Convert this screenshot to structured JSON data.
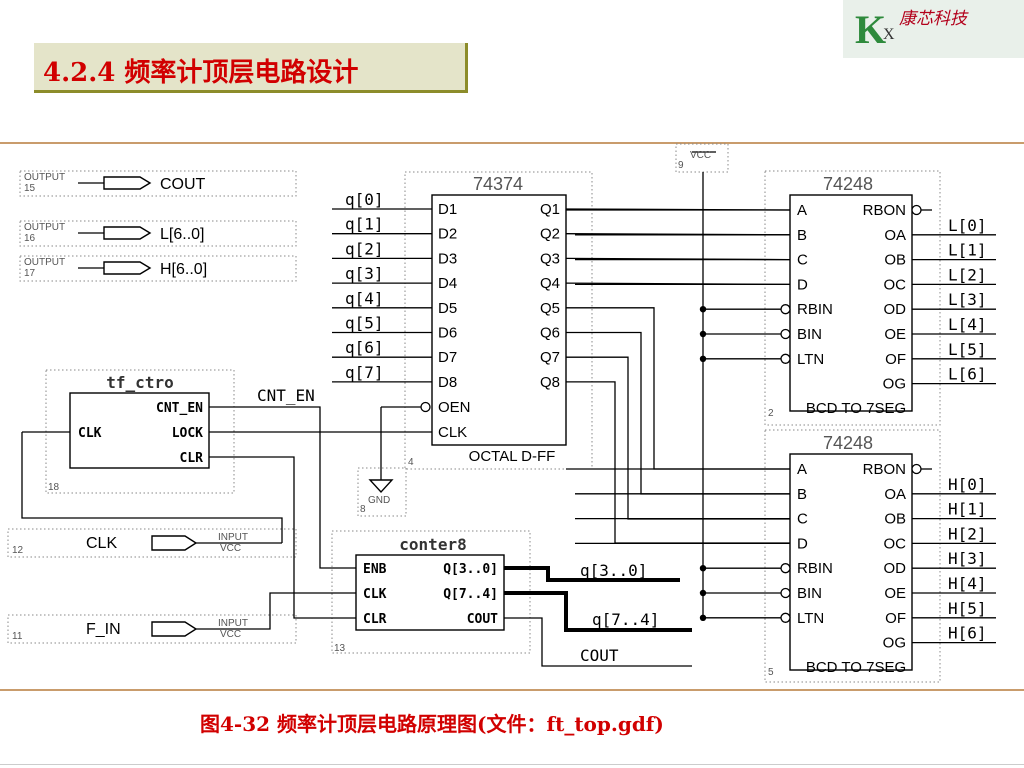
{
  "logo": {
    "letter": "K",
    "sub": "X",
    "company": "康芯科技"
  },
  "title": "4.2.4  频率计顶层电路设计",
  "caption": "图4-32  频率计顶层电路原理图(文件：ft_top.gdf)",
  "outputs": [
    {
      "kind": "OUTPUT",
      "num": "15",
      "name": "COUT"
    },
    {
      "kind": "OUTPUT",
      "num": "16",
      "name": "L[6..0]"
    },
    {
      "kind": "OUTPUT",
      "num": "17",
      "name": "H[6..0]"
    }
  ],
  "inputs": [
    {
      "kind": "INPUT",
      "vcc": "VCC",
      "num": "12",
      "name": "CLK"
    },
    {
      "kind": "INPUT",
      "vcc": "VCC",
      "num": "11",
      "name": "F_IN"
    }
  ],
  "vcc": {
    "label": "VCC",
    "num": "9"
  },
  "gnd": {
    "label": "GND",
    "num": "8"
  },
  "dff": {
    "part": "74374",
    "desc": "OCTAL D-FF",
    "num": "4",
    "d_pins": [
      "D1",
      "D2",
      "D3",
      "D4",
      "D5",
      "D6",
      "D7",
      "D8"
    ],
    "q_pins": [
      "Q1",
      "Q2",
      "Q3",
      "Q4",
      "Q5",
      "Q6",
      "Q7",
      "Q8"
    ],
    "oen": "OEN",
    "clk": "CLK",
    "in_signals": [
      "q[0]",
      "q[1]",
      "q[2]",
      "q[3]",
      "q[4]",
      "q[5]",
      "q[6]",
      "q[7]"
    ]
  },
  "ctrl": {
    "name": "tf_ctro",
    "num": "18",
    "pins": [
      "CNT_EN",
      "CLK",
      "LOCK",
      "CLR"
    ]
  },
  "cnt_en_label": "CNT_EN",
  "counter": {
    "name": "conter8",
    "num": "13",
    "pins": [
      "ENB",
      "CLK",
      "CLR",
      "Q[3..0]",
      "Q[7..4]",
      "COUT"
    ]
  },
  "counter_out": {
    "low": "q[3..0]",
    "high": "q[7..4]",
    "cout": "COUT"
  },
  "decoders": [
    {
      "part": "74248",
      "desc": "BCD TO 7SEG",
      "num": "2",
      "left": [
        "A",
        "B",
        "C",
        "D",
        "RBIN",
        "BIN",
        "LTN"
      ],
      "right": [
        "RBON",
        "OA",
        "OB",
        "OC",
        "OD",
        "OE",
        "OF",
        "OG"
      ],
      "outs": [
        "L[0]",
        "L[1]",
        "L[2]",
        "L[3]",
        "L[4]",
        "L[5]",
        "L[6]"
      ]
    },
    {
      "part": "74248",
      "desc": "BCD TO 7SEG",
      "num": "5",
      "left": [
        "A",
        "B",
        "C",
        "D",
        "RBIN",
        "BIN",
        "LTN"
      ],
      "right": [
        "RBON",
        "OA",
        "OB",
        "OC",
        "OD",
        "OE",
        "OF",
        "OG"
      ],
      "outs": [
        "H[0]",
        "H[1]",
        "H[2]",
        "H[3]",
        "H[4]",
        "H[5]",
        "H[6]"
      ]
    }
  ]
}
